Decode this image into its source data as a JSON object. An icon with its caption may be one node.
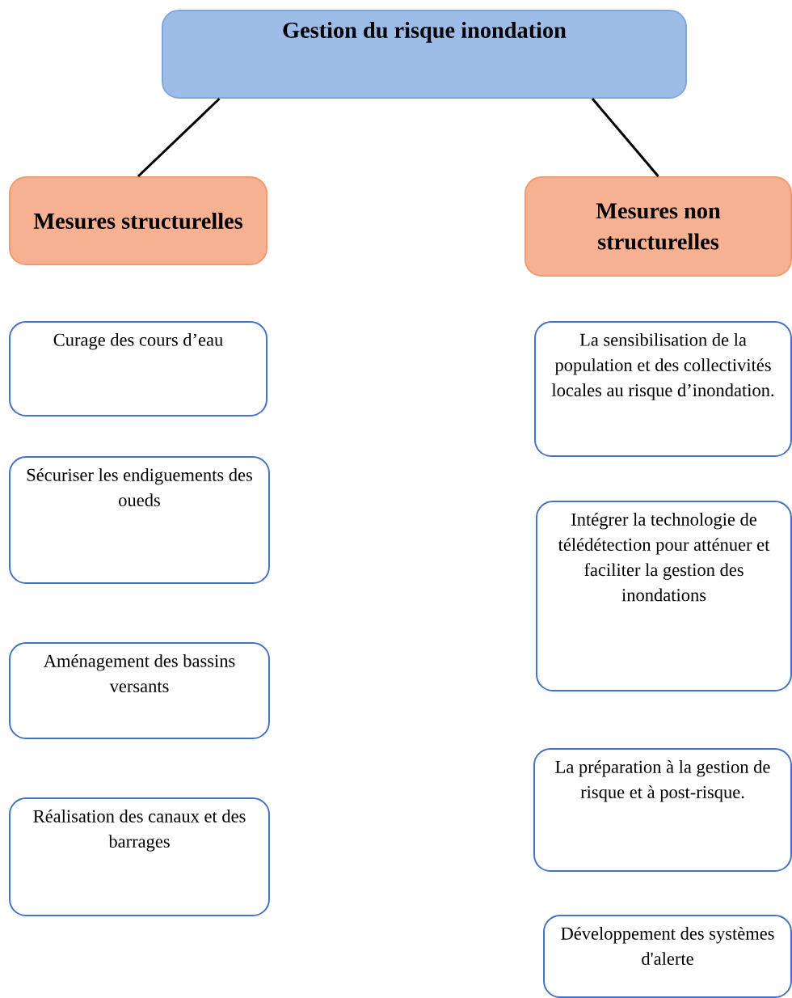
{
  "diagram": {
    "nodes": [
      {
        "text": [
          "Gestion du risque inondation"
        ]
      },
      {
        "text": [
          "Mesures structurelles"
        ]
      },
      {
        "text": [
          "Mesures non structurelles"
        ]
      },
      {
        "text": [
          "Curage des cours d’eau"
        ]
      },
      {
        "text": [
          "Sécuriser les endiguements des oueds"
        ]
      },
      {
        "text": [
          "Aménagement des bassins versants"
        ]
      },
      {
        "text": [
          "Réalisation des canaux et des barrages"
        ]
      },
      {
        "text": [
          "La sensibilisation de la population et des collectivités locales au risque d’inondation."
        ]
      },
      {
        "text": [
          "Intégrer la technologie de télédétection pour atténuer et faciliter la gestion des inondations"
        ]
      },
      {
        "text": [
          "La préparation à la gestion de risque et à post-risque."
        ]
      },
      {
        "text": [
          "Développement des systèmes d'alerte"
        ]
      }
    ],
    "edges": [
      {
        "from": 0,
        "to": 1,
        "arrow": "none"
      },
      {
        "from": 0,
        "to": 2,
        "arrow": "none"
      }
    ]
  }
}
